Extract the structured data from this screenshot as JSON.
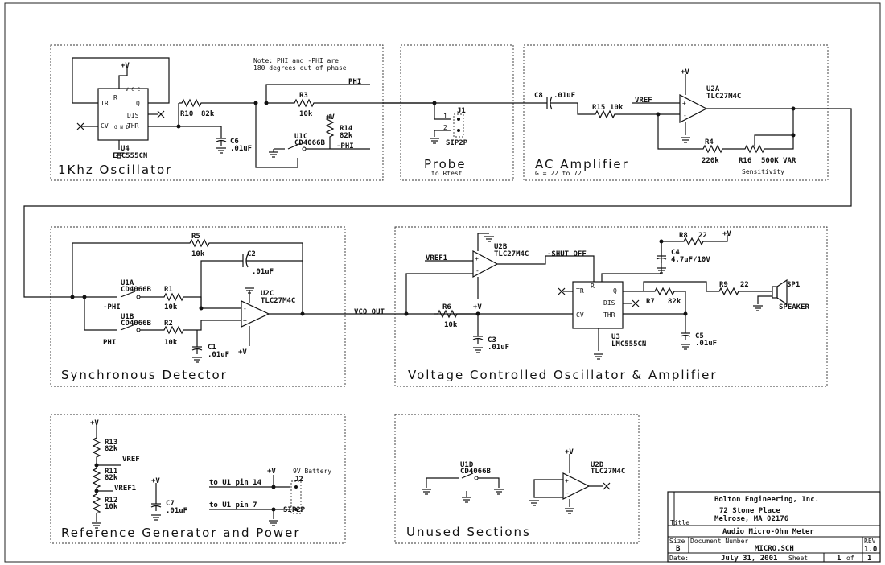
{
  "sections": {
    "osc": "1Khz Oscillator",
    "probe": "Probe",
    "probe_sub": "to Rtest",
    "amp": "AC Amplifier",
    "amp_gain": "G = 22 to 72",
    "sync": "Synchronous Detector",
    "vco": "Voltage Controlled Oscillator & Amplifier",
    "ref": "Reference Generator and Power",
    "unused": "Unused Sections"
  },
  "notes": {
    "line1": "Note: PHI and -PHI are",
    "line2": "180 degrees out of phase"
  },
  "nets": {
    "phi": "PHI",
    "nphi": "-PHI",
    "vref": "VREF",
    "vref1": "VREF1",
    "vco_out": "VCO OUT",
    "shut_off": "-SHUT OFF",
    "vplus": "+V",
    "to_pin14": "to U1 pin 14",
    "to_pin7": "to U1 pin 7",
    "battery": "9V Battery",
    "sensitivity": "Sensitivity"
  },
  "parts": {
    "u4": "U4",
    "u4v": "LMC555CN",
    "u3": "U3",
    "u3v": "LMC555CN",
    "u1a": "U1A",
    "u1b": "U1B",
    "u1c": "U1C",
    "u1d": "U1D",
    "cd": "CD4066B",
    "u2a": "U2A",
    "u2b": "U2B",
    "u2c": "U2C",
    "u2d": "U2D",
    "tlc": "TLC27M4C",
    "r1": "R1",
    "r1v": "10k",
    "r2": "R2",
    "r2v": "10k",
    "r3": "R3",
    "r3v": "10k",
    "r4": "R4",
    "r4v": "220k",
    "r5": "R5",
    "r5v": "10k",
    "r6": "R6",
    "r6v": "10k",
    "r7": "R7",
    "r7v": "82k",
    "r8": "R8",
    "r8v": "22",
    "r9": "R9",
    "r9v": "22",
    "r10": "R10",
    "r10v": "82k",
    "r11": "R11",
    "r11v": "82k",
    "r12": "R12",
    "r12v": "10k",
    "r13": "R13",
    "r13v": "82k",
    "r14": "R14",
    "r14v": "82k",
    "r15": "R15",
    "r15v": "10k",
    "r16": "R16",
    "r16v": "500K VAR",
    "c1": "C1",
    "c1v": ".01uF",
    "c2": "C2",
    "c2v": ".01uF",
    "c3": "C3",
    "c3v": ".01uF",
    "c4": "C4",
    "c4v": "4.7uF/10V",
    "c5": "C5",
    "c5v": ".01uF",
    "c6": "C6",
    "c6v": ".01uF",
    "c7": "C7",
    "c7v": ".01uF",
    "c8": "C8",
    "c8v": ".01uF",
    "j1": "J1",
    "j2": "J2",
    "sip": "SIP2P",
    "sp1": "SP1",
    "speaker": "SPEAKER"
  },
  "pins555": {
    "tr": "TR",
    "r": "R",
    "q": "Q",
    "dis": "DIS",
    "cv": "CV",
    "thr": "THR",
    "vcc": "V C C",
    "gnd": "G N D"
  },
  "title_block": {
    "company": "Bolton Engineering, Inc.",
    "addr1": "72 Stone Place",
    "addr2": "Melrose, MA  02176",
    "title_label": "Title",
    "title": "Audio Micro-Ohm Meter",
    "size_label": "Size",
    "size": "B",
    "doc_label": "Document Number",
    "doc": "MICRO.SCH",
    "rev_label": "REV",
    "rev": "1.0",
    "date_label": "Date:",
    "date": "July 31, 2001",
    "sheet_label": "Sheet",
    "sheet": "1",
    "of_label": "of",
    "of": "1"
  }
}
